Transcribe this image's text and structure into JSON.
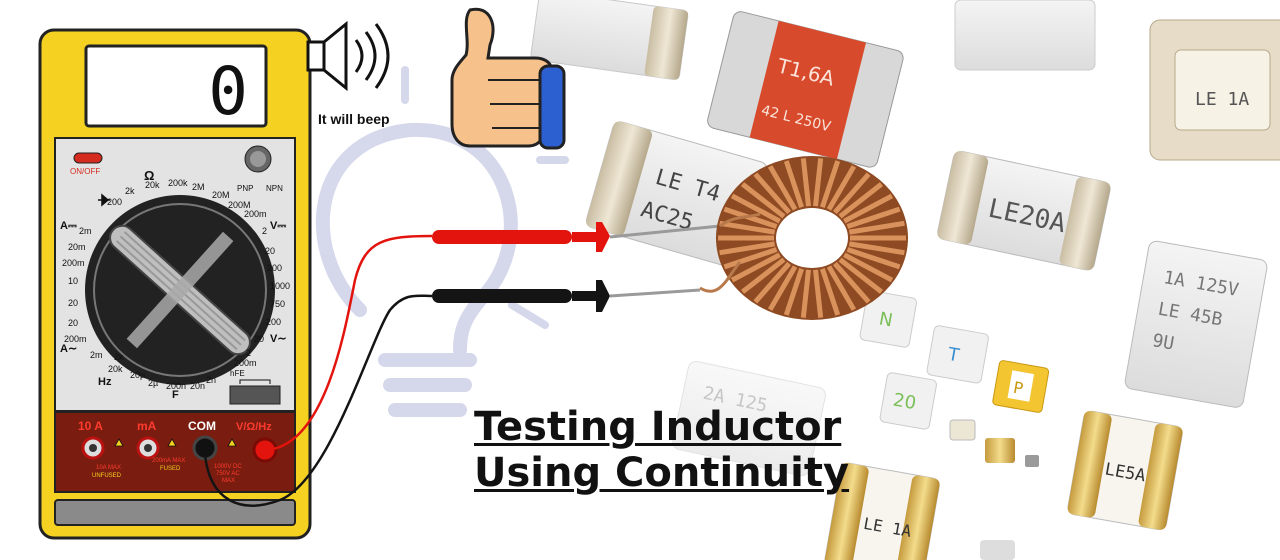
{
  "title": {
    "line1": "Testing Inductor",
    "line2": "Using Continuity"
  },
  "beep_text": "It will beep",
  "meter": {
    "display": "0",
    "on_off": "ON/OFF",
    "transistor_left": "PNP",
    "transistor_right": "NPN",
    "ports": {
      "a10": "10 A",
      "ma": "mA",
      "com": "COM",
      "vohm": "V/Ω/Hz"
    },
    "port_notes": {
      "a10_note": "10A MAX",
      "unfused": "UNFUSED",
      "ma_note": "200mA MAX",
      "fused": "FUSED",
      "vohm_note_1": "1000V DC",
      "vohm_note_2": "750V AC",
      "vohm_note_3": "MAX"
    },
    "dial_labels": {
      "ohm": "Ω",
      "a_dc": "A⎓",
      "v_dc": "V⎓",
      "a_ac": "A∼",
      "v_ac": "V∼",
      "hz": "Hz",
      "f": "F",
      "hfe": "hFE",
      "r200": "200",
      "r2k": "2k",
      "r20k": "20k",
      "r200k": "200k",
      "r2m": "2M",
      "r20m": "20M",
      "r200m": "200M",
      "vd200m": "200m",
      "vd2": "2",
      "vd20": "20",
      "vd200": "200",
      "vd1000": "1000",
      "va750": "750",
      "va200": "200",
      "va20": "20",
      "va2": "2",
      "va200m": "200m",
      "ad2m": "2m",
      "ad20m": "20m",
      "ad200m": "200m",
      "ad10": "10",
      "ad20": "20",
      "aa20": "20",
      "aa200m": "200m",
      "aa2m": "2m",
      "f2n": "2n",
      "f20n": "20n",
      "f200n": "200n",
      "f2u": "2µ",
      "f20u": "20µ",
      "hz20k": "20k",
      "hz2k": "2k"
    }
  },
  "fuses": {
    "f1": "T1,6A",
    "f1b": "42 L 250V",
    "f2": "LE T4",
    "f2b": "AC25",
    "f3": "LE 1A",
    "f4": "LE20A",
    "f5a": "1A 125V",
    "f5b": "LE 45B",
    "f5c": "9U",
    "f6": "N",
    "f7": "T",
    "f8": "P",
    "f9": "20",
    "f10": "LE5A",
    "f11": "LE 1A",
    "f12": "2A 125"
  },
  "colors": {
    "meter_body": "#f5d221",
    "probe_red": "#e3140e",
    "probe_black": "#141414",
    "copper": "#b86a3a"
  }
}
